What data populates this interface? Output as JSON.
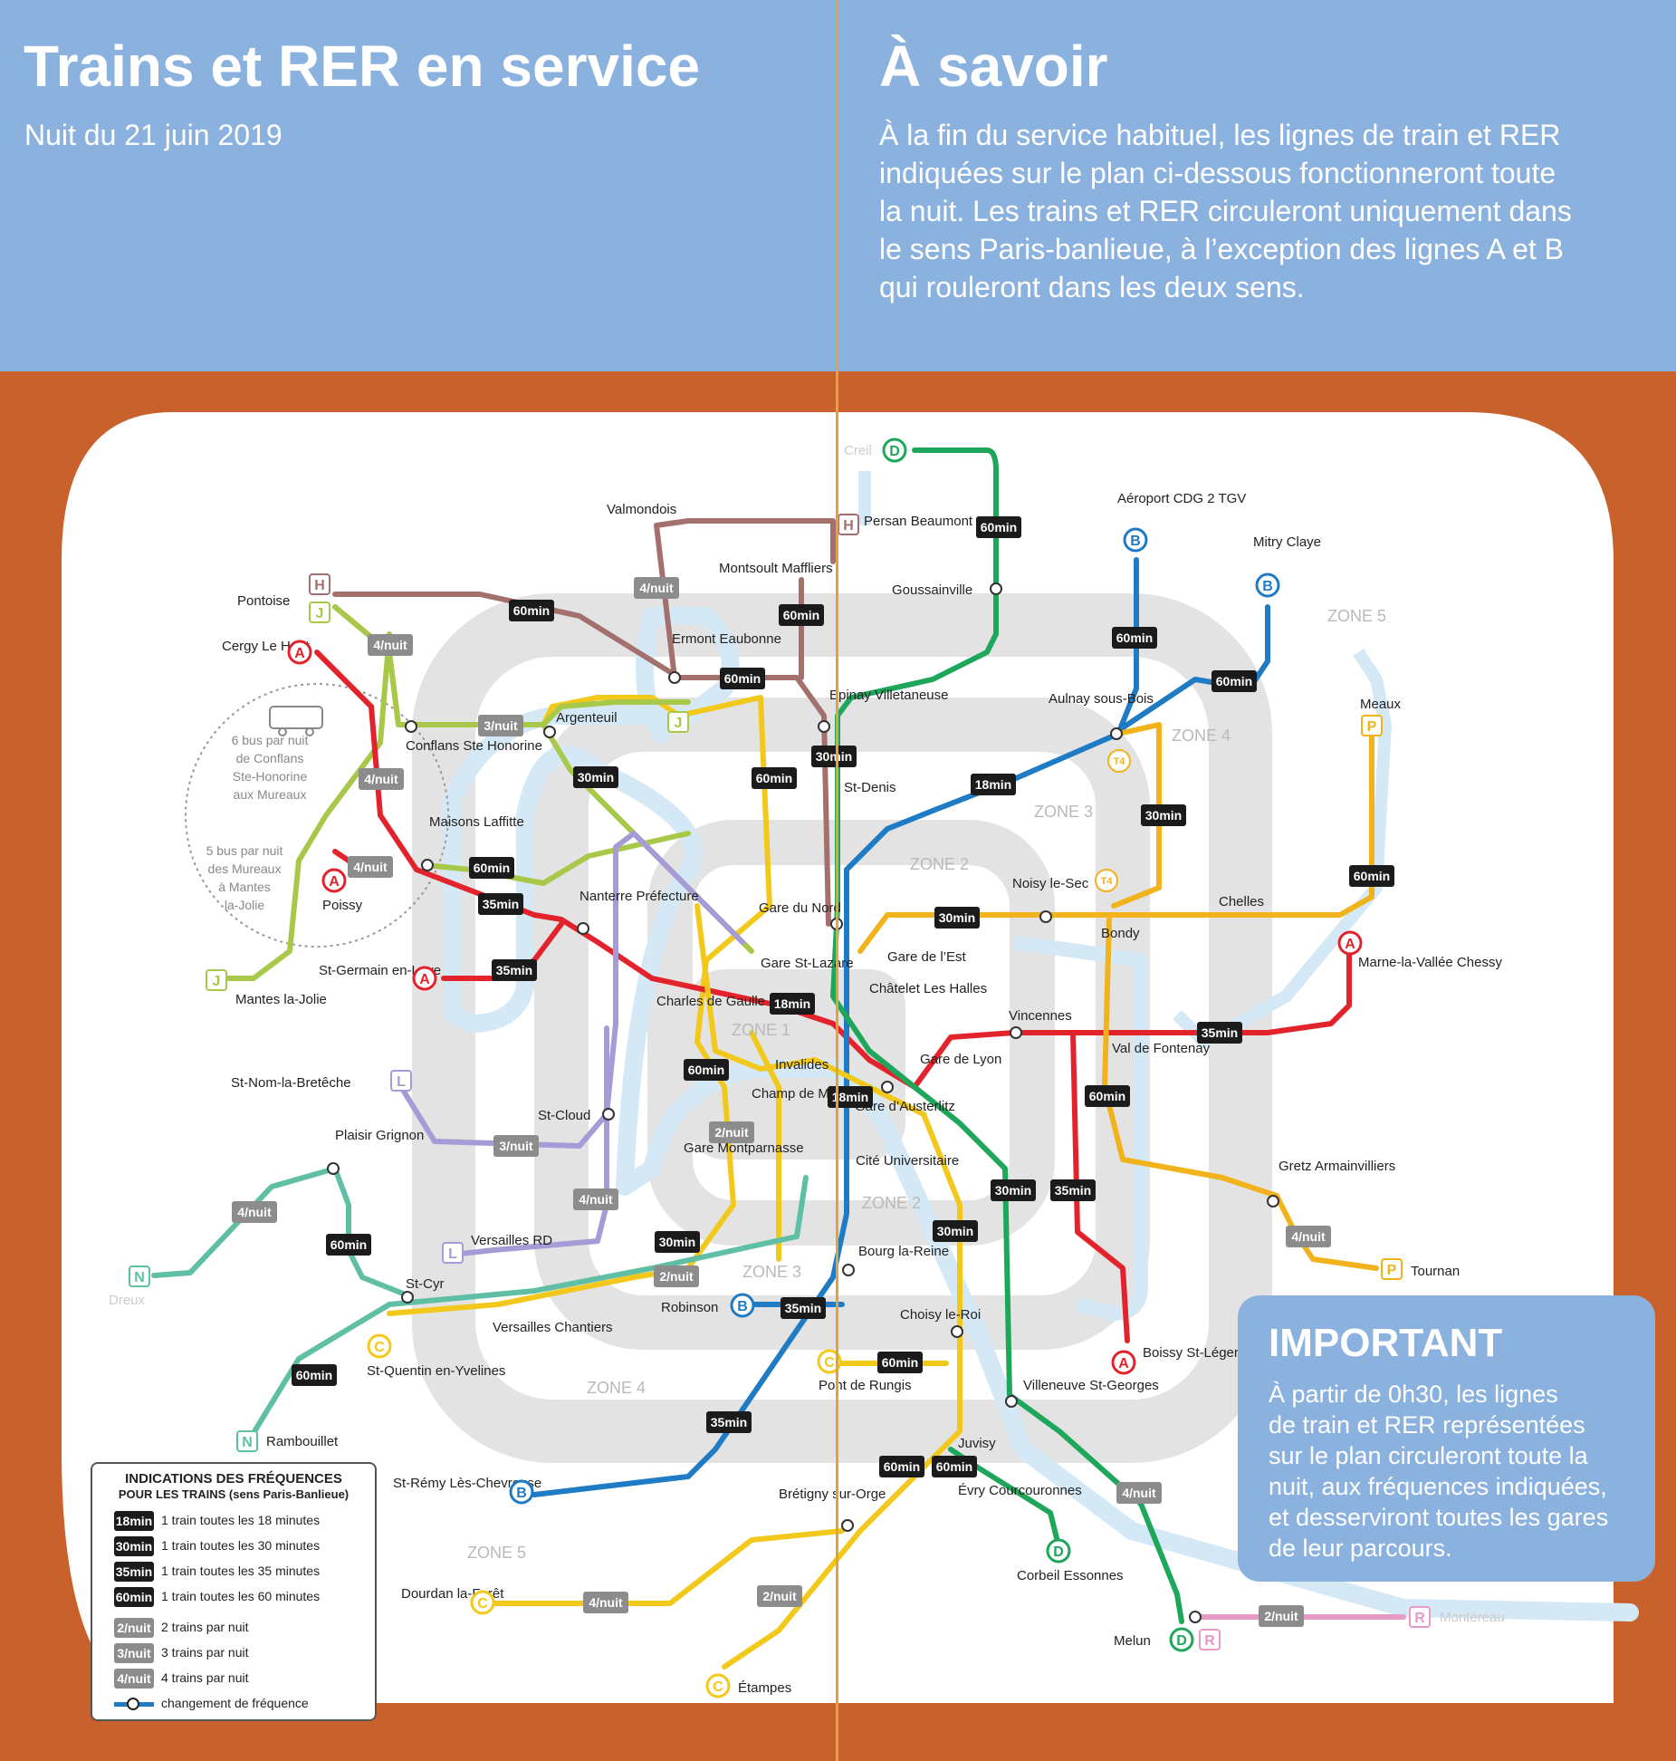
{
  "header": {
    "left_title": "Trains et RER en service",
    "left_subtitle": "Nuit du 21 juin 2019",
    "right_title": "À savoir",
    "right_text": [
      "À la fin du service habituel, les lignes de train et RER",
      "indiquées sur le plan ci-dessous fonctionneront toute",
      "la nuit. Les trains et RER circuleront uniquement dans",
      "le sens Paris-banlieue, à l’exception des lignes A et B",
      "qui rouleront dans les deux sens."
    ]
  },
  "colors": {
    "header_bg": "#8bb2df",
    "body_bg": "#c8612b",
    "map_bg": "#ffffff",
    "zone_fill": "#e3e3e3",
    "river": "#d4e9f5",
    "line_A": "#e3232b",
    "line_B": "#1f7bc4",
    "line_C": "#f2c81a",
    "line_D": "#1ea65b",
    "line_H": "#a4706d",
    "line_J": "#a8c84a",
    "line_L": "#a69bd6",
    "line_N": "#5fbfa4",
    "line_P": "#f2b21b",
    "line_R": "#e79ac6",
    "badge_dark": "#1b1b1b",
    "badge_grey": "#8c8c8c"
  },
  "zones": [
    "ZONE 1",
    "ZONE 2",
    "ZONE 2",
    "ZONE 3",
    "ZONE 3",
    "ZONE 4",
    "ZONE 4",
    "ZONE 5",
    "ZONE 5"
  ],
  "line_letters": [
    "A",
    "B",
    "C",
    "D",
    "H",
    "J",
    "L",
    "N",
    "P",
    "R",
    "T4"
  ],
  "stations": [
    "Creil",
    "Persan Beaumont",
    "Valmondois",
    "Goussainville",
    "Aéroport CDG 2 TGV",
    "Mitry Claye",
    "Montsoult Maffliers",
    "Pontoise",
    "Cergy Le Haut",
    "Ermont Eaubonne",
    "Epinay Villetaneuse",
    "Argenteuil",
    "Conflans Ste Honorine",
    "Aulnay sous-Bois",
    "Meaux",
    "St-Denis",
    "Maisons Laffitte",
    "Poissy",
    "Nanterre Préfecture",
    "Gare du Nord",
    "Noisy le-Sec",
    "Chelles",
    "Bondy",
    "Gare de l’Est",
    "Gare St-Lazare",
    "St-Germain en-Laye",
    "Mantes la-Jolie",
    "Châtelet Les Halles",
    "Charles de Gaulle Étoile",
    "Marne-la-Vallée Chessy",
    "Vincennes",
    "Val de Fontenay",
    "Gare de Lyon",
    "Invalides",
    "Champ de Mars",
    "Gare d’Austerlitz",
    "St-Nom-la-Bretêche",
    "St-Cloud",
    "Plaisir Grignon",
    "Gare Montparnasse",
    "Cité Universitaire",
    "Gretz Armainvilliers",
    "Versailles RD",
    "St-Cyr",
    "Versailles Chantiers",
    "Bourg la-Reine",
    "Tournan",
    "Robinson",
    "Choisy le-Roi",
    "Dreux",
    "St-Quentin en-Yvelines",
    "Boissy St-Léger",
    "Pont de Rungis",
    "Villeneuve St-Georges",
    "Rambouillet",
    "Juvisy",
    "St-Rémy Lès-Chevreuse",
    "Évry Courcouronnes",
    "Brétigny sur-Orge",
    "Corbeil Essonnes",
    "Dourdan la-Forêt",
    "Montereau",
    "Melun",
    "Étampes"
  ],
  "bus_notes": [
    [
      "6 bus par nuit",
      "de Conflans",
      "Ste-Honorine",
      "aux Mureaux"
    ],
    [
      "5 bus par nuit",
      "des Mureaux",
      "à Mantes",
      "la-Jolie"
    ]
  ],
  "frequency_badges": {
    "dark": [
      "18min",
      "30min",
      "35min",
      "60min"
    ],
    "grey": [
      "2/nuit",
      "3/nuit",
      "4/nuit"
    ]
  },
  "legend": {
    "title_1": "INDICATIONS DES FRÉQUENCES",
    "title_2": "POUR LES TRAINS (sens Paris-Banlieue)",
    "rows": [
      {
        "badge": "18min",
        "label": "1 train toutes les 18 minutes"
      },
      {
        "badge": "30min",
        "label": "1 train toutes les 30 minutes"
      },
      {
        "badge": "35min",
        "label": "1 train toutes les 35 minutes"
      },
      {
        "badge": "60min",
        "label": "1 train toutes les 60 minutes"
      },
      {
        "badge": "2/nuit",
        "label": "2 trains par nuit"
      },
      {
        "badge": "3/nuit",
        "label": "3 trains par nuit"
      },
      {
        "badge": "4/nuit",
        "label": "4 trains par nuit"
      }
    ],
    "change_label": "changement de fréquence"
  },
  "important": {
    "title": "IMPORTANT",
    "lines": [
      "À partir de 0h30, les lignes",
      "de train et RER représentées",
      "sur le plan circuleront toute la",
      "nuit, aux fréquences indiquées,",
      "et desserviront toutes les gares",
      "de leur parcours."
    ]
  }
}
